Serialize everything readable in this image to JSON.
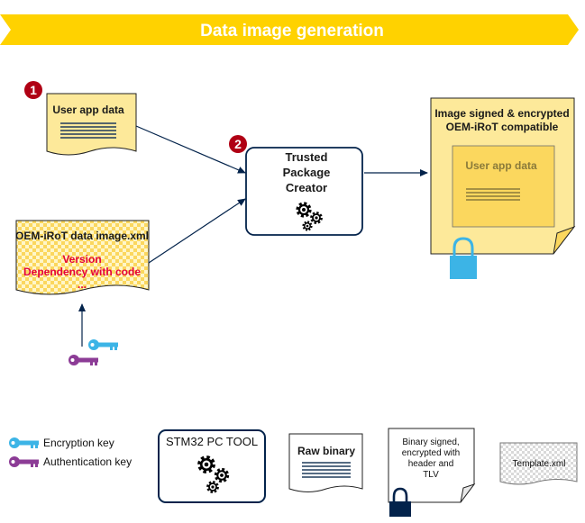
{
  "header": {
    "title": "Data image generation"
  },
  "steps": {
    "one": "1",
    "two": "2"
  },
  "user_app_data": {
    "label": "User app data"
  },
  "xml_doc": {
    "title": "OEM-iRoT data image.xml",
    "line1": "Version",
    "line2": "Dependency with code",
    "line3": "..."
  },
  "tpc": {
    "line1": "Trusted",
    "line2": "Package",
    "line3": "Creator"
  },
  "output": {
    "line1": "Image signed & encrypted",
    "line2": "OEM-iRoT compatible",
    "inner_label": "User app data"
  },
  "legend": {
    "encryption_key": "Encryption key",
    "authentication_key": "Authentication key",
    "pc_tool": "STM32 PC TOOL",
    "raw_binary": "Raw binary",
    "signed_line1": "Binary signed,",
    "signed_line2": "encrypted with",
    "signed_line3": "header and",
    "signed_line4": "TLV",
    "template": "Template.xml"
  },
  "colors": {
    "banner": "#ffd200",
    "doc_fill": "#fde99a",
    "doc_fill_dark": "#fbd75e",
    "navy": "#03234b",
    "key_blue": "#3cb4e6",
    "key_purple": "#8c3c96",
    "lock_blue": "#3cb4e6",
    "badge_red": "#b00014",
    "text_red": "#e4003a"
  },
  "icons": {
    "gear": "gear-icon",
    "key_blue": "key-icon",
    "key_purple": "key-icon",
    "lock": "lock-icon"
  }
}
